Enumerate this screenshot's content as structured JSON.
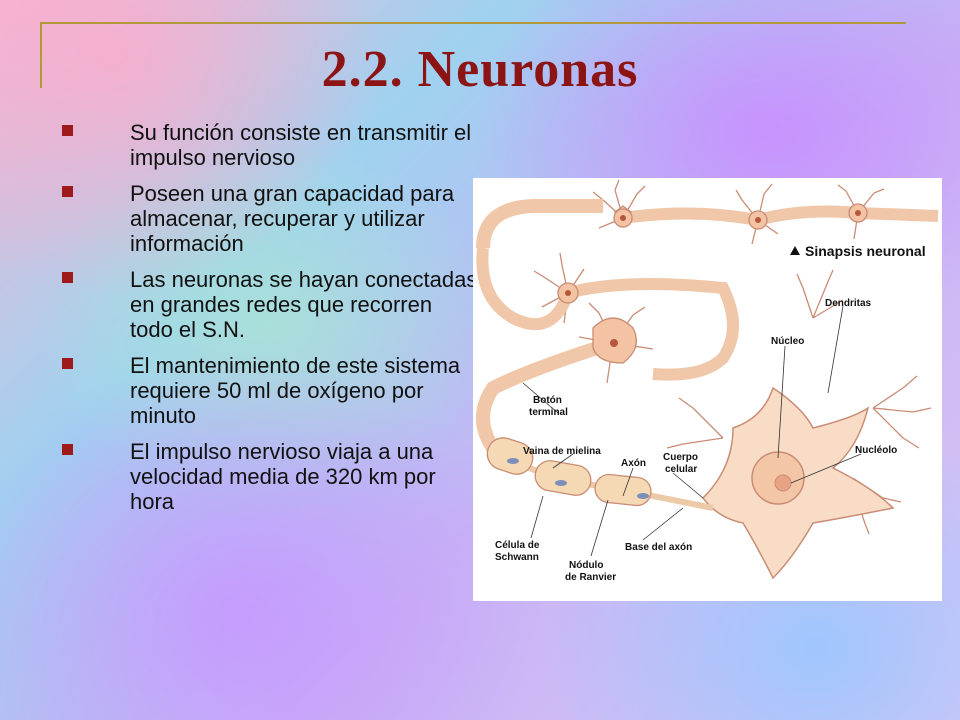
{
  "slide": {
    "title": "2.2. Neuronas",
    "accent_color": "#8c1414",
    "bullet_color": "#9e1a1a",
    "bullets": [
      "Su función consiste en transmitir el impulso nervioso",
      "Poseen una gran capacidad para almacenar, recuperar y utilizar información",
      "Las neuronas se hayan conectadas en grandes redes que recorren todo el S.N.",
      "El mantenimiento de este sistema requiere 50 ml de oxígeno por minuto",
      "El impulso nervioso viaja a una velocidad media de 320 km por hora"
    ]
  },
  "figure": {
    "labels": {
      "synapse": "Sinapsis neuronal",
      "dendrites": "Dendritas",
      "nucleus": "Núcleo",
      "terminal_button_1": "Botón",
      "terminal_button_2": "terminal",
      "myelin_sheath": "Vaina de mielina",
      "axon": "Axón",
      "cell_body_1": "Cuerpo",
      "cell_body_2": "celular",
      "nucleolus": "Nucléolo",
      "schwann_cell_1": "Célula de",
      "schwann_cell_2": "Schwann",
      "ranvier_node_1": "Nódulo",
      "ranvier_node_2": "de Ranvier",
      "axon_base": "Base del axón"
    }
  }
}
